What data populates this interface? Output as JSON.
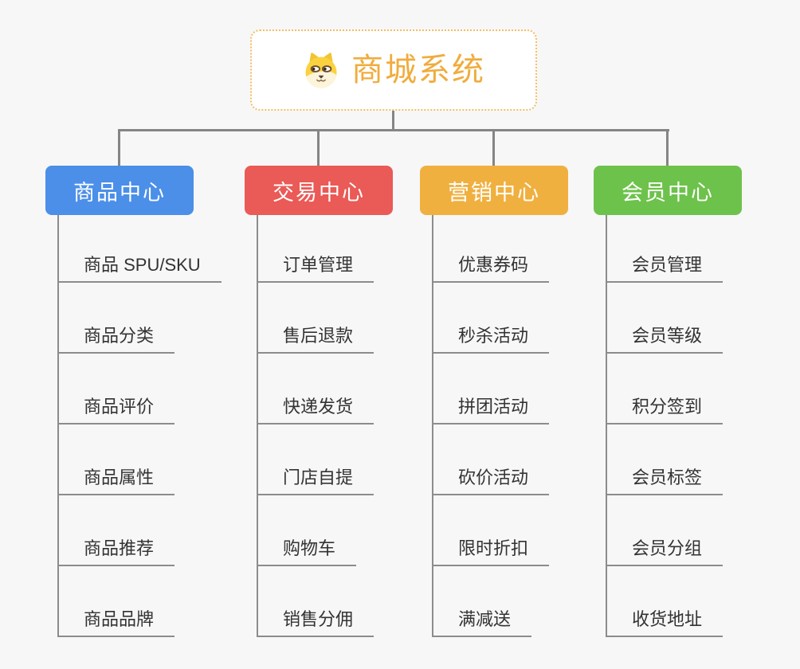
{
  "root": {
    "title": "商城系统",
    "icon": "shiba-dog-icon",
    "title_color": "#f0ac3d",
    "border_color": "#f3bd63"
  },
  "connector_color": "#858585",
  "branches": [
    {
      "label": "商品中心",
      "color": "#4b8fe8",
      "items": [
        "商品 SPU/SKU",
        "商品分类",
        "商品评价",
        "商品属性",
        "商品推荐",
        "商品品牌"
      ]
    },
    {
      "label": "交易中心",
      "color": "#ea5a56",
      "items": [
        "订单管理",
        "售后退款",
        "快递发货",
        "门店自提",
        "购物车",
        "销售分佣"
      ]
    },
    {
      "label": "营销中心",
      "color": "#f0b03f",
      "items": [
        "优惠券码",
        "秒杀活动",
        "拼团活动",
        "砍价活动",
        "限时折扣",
        "满减送"
      ]
    },
    {
      "label": "会员中心",
      "color": "#6dc24b",
      "items": [
        "会员管理",
        "会员等级",
        "积分签到",
        "会员标签",
        "会员分组",
        "收货地址"
      ]
    }
  ]
}
